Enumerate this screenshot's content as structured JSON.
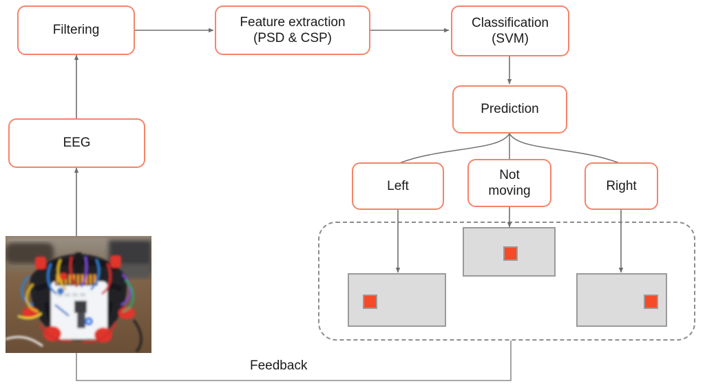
{
  "figure": {
    "type": "flow-diagram",
    "title": "BCI motor imagery processing pipeline",
    "background_color": "#ffffff",
    "node_border_color": "#f58368",
    "wire_color": "#6e6e6e",
    "dashed_color": "#8c8c8c",
    "screen_fill": "#dcdcdc",
    "screen_border": "#9a9a9a",
    "cursor_color": "#f64a28"
  },
  "nodes": {
    "filtering": {
      "label": "Filtering"
    },
    "feature_extraction": {
      "label": "Feature extraction\n(PSD & CSP)"
    },
    "classification": {
      "label": "Classification\n(SVM)"
    },
    "prediction": {
      "label": "Prediction"
    },
    "eeg": {
      "label": "EEG"
    },
    "left": {
      "label": "Left"
    },
    "not_moving": {
      "label": "Not\nmoving"
    },
    "right": {
      "label": "Right"
    }
  },
  "photo": {
    "alt": "openbci-eeg-headset-photo",
    "description": "EEG headset with red electrodes and colored wires on a desk"
  },
  "screens": [
    {
      "name": "screen-left",
      "cursor_position": "left"
    },
    {
      "name": "screen-center",
      "cursor_position": "center"
    },
    {
      "name": "screen-right",
      "cursor_position": "right"
    }
  ],
  "labels": {
    "feedback": "Feedback"
  }
}
